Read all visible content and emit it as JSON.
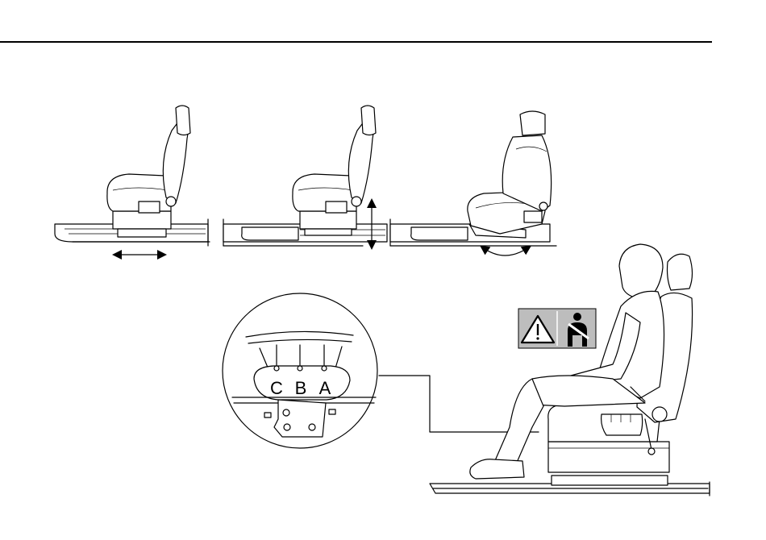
{
  "colors": {
    "line": "#000000",
    "background": "#ffffff",
    "warning_sign_fill": "#bdbdbd"
  },
  "panels": [
    {
      "id": "seat-slide",
      "motion": "fore-aft",
      "arrow": "double-horizontal"
    },
    {
      "id": "seat-height",
      "motion": "up-down",
      "arrow": "double-vertical"
    },
    {
      "id": "seat-swivel",
      "motion": "rotate",
      "arrow": "curved-double"
    }
  ],
  "detail": {
    "levers": [
      {
        "label": "C"
      },
      {
        "label": "B"
      },
      {
        "label": "A"
      }
    ]
  },
  "warning_sign": {
    "icons": [
      "warning-triangle-icon",
      "seatbelt-icon"
    ]
  }
}
